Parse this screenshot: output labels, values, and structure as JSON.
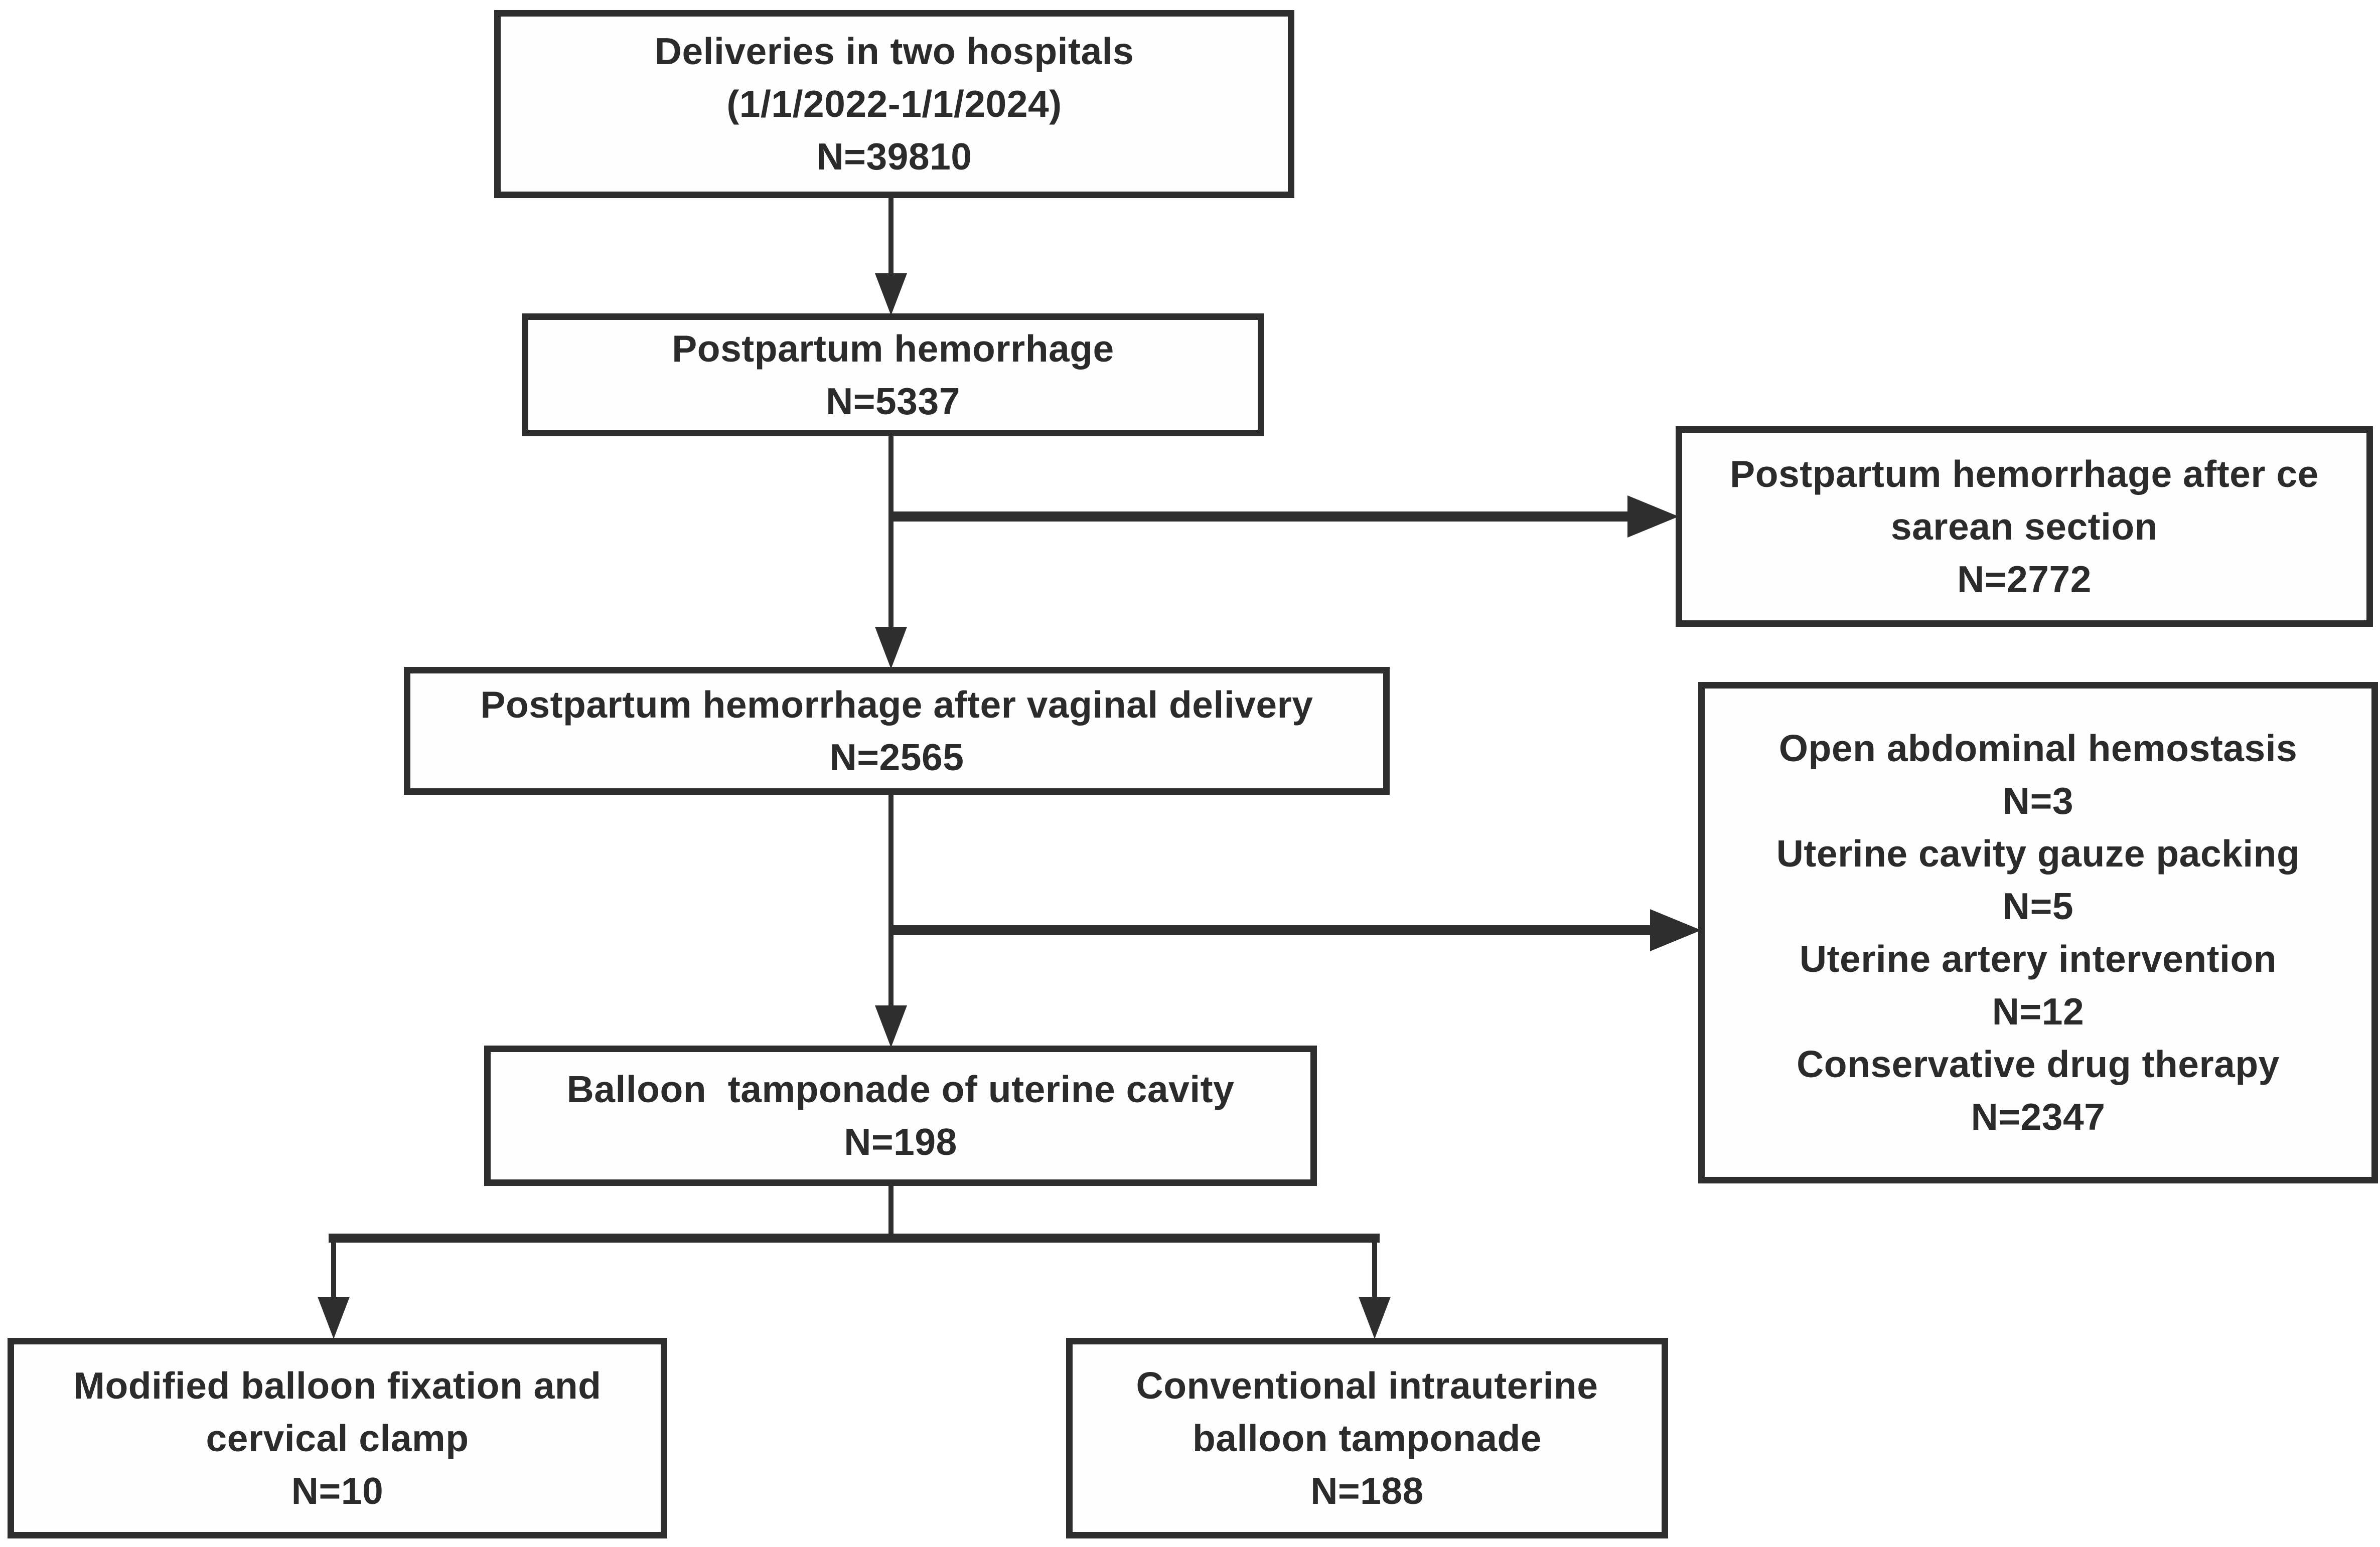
{
  "figure": {
    "type": "patient-flow-diagram",
    "background_color": "#ffffff",
    "line_color": "#2e2e2e",
    "text_color": "#2b2b2b"
  },
  "boxes": {
    "deliveries": {
      "lines": [
        "Deliveries in two hospitals",
        "(1/1/2022-1/1/2024)",
        "N=39810"
      ]
    },
    "postpartum_hemorrhage": {
      "lines": [
        "Postpartum hemorrhage",
        "N=5337"
      ]
    },
    "cesarean": {
      "lines": [
        "Postpartum hemorrhage after ce",
        "sarean section",
        "N=2772"
      ]
    },
    "vaginal": {
      "lines": [
        "Postpartum hemorrhage after vaginal delivery",
        "N=2565"
      ]
    },
    "other_treatments": {
      "lines": [
        "Open abdominal hemostasis",
        "N=3",
        "Uterine cavity gauze packing",
        "N=5",
        "Uterine artery intervention",
        "N=12",
        "Conservative drug therapy",
        "N=2347"
      ]
    },
    "balloon_tamponade": {
      "lines": [
        "Balloon  tamponade of uterine cavity",
        "N=198"
      ]
    },
    "modified_balloon": {
      "lines": [
        "Modified balloon fixation and",
        "cervical clamp",
        "N=10"
      ]
    },
    "conventional_balloon": {
      "lines": [
        "Conventional intrauterine",
        "balloon tamponade",
        "N=188"
      ]
    }
  }
}
